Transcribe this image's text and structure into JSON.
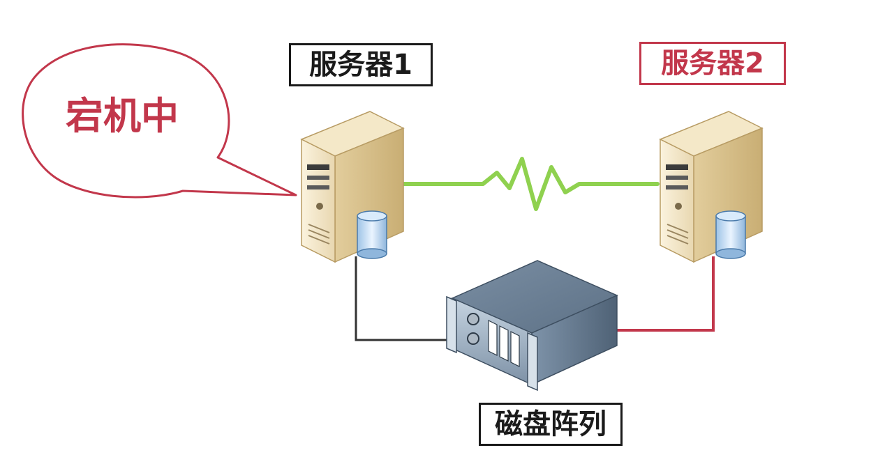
{
  "nodes": {
    "server1_label": "服务器1",
    "server2_label": "服务器2",
    "storage_label": "磁盘阵列"
  },
  "callout": {
    "text": "宕机中"
  },
  "colors": {
    "alert": "#c2374b",
    "heartbeat": "#8fd14f",
    "link_normal": "#333333",
    "link_standby": "#c2374b",
    "text_default": "#1a1a1a"
  }
}
